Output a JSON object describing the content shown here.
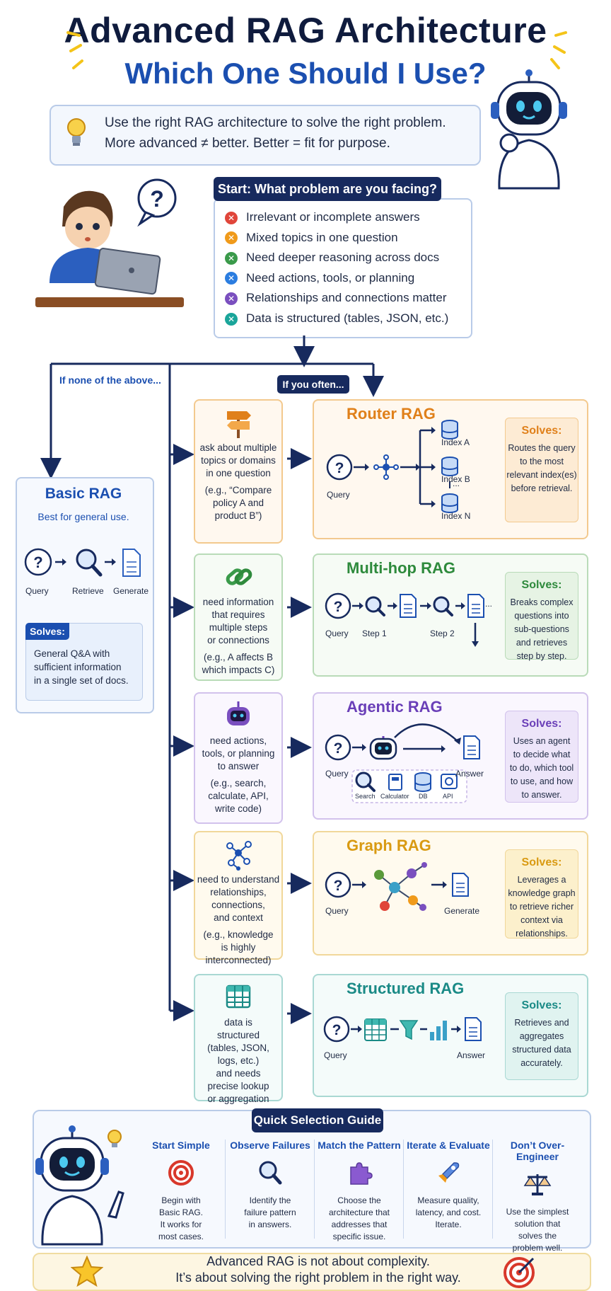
{
  "title": "Advanced RAG Architecture",
  "subtitle": "Which One Should I Use?",
  "tip": {
    "line1": "Use the right RAG architecture to solve the right problem.",
    "line2": "More advanced ≠ better.  Better = fit for purpose."
  },
  "start": {
    "heading": "Start: What problem are you facing?",
    "problems": [
      {
        "text": "Irrelevant or incomplete answers",
        "color": "#e0453a"
      },
      {
        "text": "Mixed topics in one question",
        "color": "#f09a1a"
      },
      {
        "text": "Need deeper reasoning across docs",
        "color": "#3a9a4a"
      },
      {
        "text": "Need actions, tools, or planning",
        "color": "#2b7de0"
      },
      {
        "text": "Relationships and connections matter",
        "color": "#7a4fbf"
      },
      {
        "text": "Data is structured (tables, JSON, etc.)",
        "color": "#1aa59a"
      }
    ]
  },
  "flow": {
    "none_label": "If none of the above...",
    "often_label": "If you often..."
  },
  "basic": {
    "title": "Basic RAG",
    "subtitle": "Best for general use.",
    "steps": [
      "Query",
      "Retrieve",
      "Generate"
    ],
    "solves_label": "Solves:",
    "solves": [
      "General Q&A with",
      "sufficient information",
      "in a single set of docs."
    ]
  },
  "rows": [
    {
      "cue": [
        "ask about multiple",
        "topics or domains",
        "in one question"
      ],
      "example": [
        "(e.g., “Compare",
        "policy A and",
        "product B”)"
      ],
      "title": "Router RAG",
      "diagram": {
        "query": "Query",
        "indexes": [
          "Index A",
          "Index B",
          "Index N"
        ],
        "ellipsis": "..."
      },
      "solves_label": "Solves:",
      "solves": [
        "Routes the query",
        "to the most",
        "relevant index(es)",
        "before retrieval."
      ],
      "color": "#e0801a",
      "bg": "#fff8ef",
      "border": "#f3c98e",
      "sbg": "#fdebd4"
    },
    {
      "cue": [
        "need information",
        "that requires",
        "multiple steps",
        "or connections"
      ],
      "example": [
        "(e.g., A affects B",
        "which impacts C)"
      ],
      "title": "Multi-hop RAG",
      "diagram": {
        "query": "Query",
        "step1": "Step 1",
        "step2": "Step 2",
        "ellipsis": "..."
      },
      "solves_label": "Solves:",
      "solves": [
        "Breaks complex",
        "questions into",
        "sub-questions",
        "and retrieves",
        "step by step."
      ],
      "color": "#2e8a3c",
      "bg": "#f6fbf5",
      "border": "#b9dbb8",
      "sbg": "#e6f3e4"
    },
    {
      "cue": [
        "need actions,",
        "tools, or planning",
        "to answer"
      ],
      "example": [
        "(e.g., search,",
        "calculate, API,",
        "write code)"
      ],
      "title": "Agentic RAG",
      "diagram": {
        "query": "Query",
        "answer": "Answer",
        "tools": [
          "Search",
          "Calculator",
          "DB",
          "API"
        ]
      },
      "solves_label": "Solves:",
      "solves": [
        "Uses an agent",
        "to decide what",
        "to do, which tool",
        "to use, and how",
        "to answer."
      ],
      "color": "#6a3fb8",
      "bg": "#faf7fe",
      "border": "#d2c2ec",
      "sbg": "#ede5f9"
    },
    {
      "cue": [
        "need to understand",
        "relationships,",
        "connections,",
        "and context"
      ],
      "example": [
        "(e.g., knowledge",
        "is highly",
        "interconnected)"
      ],
      "title": "Graph RAG",
      "diagram": {
        "query": "Query",
        "generate": "Generate"
      },
      "solves_label": "Solves:",
      "solves": [
        "Leverages a",
        "knowledge graph",
        "to retrieve richer",
        "context via",
        "relationships."
      ],
      "color": "#d99a12",
      "bg": "#fffaee",
      "border": "#f1d79a",
      "sbg": "#fcf0cc"
    },
    {
      "cue": [
        "data is",
        "structured",
        "(tables, JSON,",
        "logs, etc.)",
        "and needs",
        "precise lookup",
        "or aggregation"
      ],
      "example": [],
      "title": "Structured RAG",
      "diagram": {
        "query": "Query",
        "answer": "Answer"
      },
      "solves_label": "Solves:",
      "solves": [
        "Retrieves and",
        "aggregates",
        "structured data",
        "accurately."
      ],
      "color": "#1a8a86",
      "bg": "#f4fbfa",
      "border": "#a9d8d3",
      "sbg": "#e0f3f0"
    }
  ],
  "guide": {
    "heading": "Quick Selection Guide",
    "items": [
      {
        "head": "Start Simple",
        "text": [
          "Begin with",
          "Basic RAG.",
          "It works for",
          "most cases."
        ]
      },
      {
        "head": "Observe Failures",
        "text": [
          "Identify the",
          "failure pattern",
          "in answers."
        ]
      },
      {
        "head": "Match the Pattern",
        "text": [
          "Choose the",
          "architecture that",
          "addresses that",
          "specific issue."
        ]
      },
      {
        "head": "Iterate & Evaluate",
        "text": [
          "Measure quality,",
          "latency, and cost.",
          "Iterate."
        ]
      },
      {
        "head": "Don’t Over-Engineer",
        "text": [
          "Use the simplest",
          "solution that",
          "solves the",
          "problem well."
        ]
      }
    ]
  },
  "footer": {
    "line1": "Advanced RAG is not about complexity.",
    "line2": "It’s about solving the right problem in the  right way."
  }
}
